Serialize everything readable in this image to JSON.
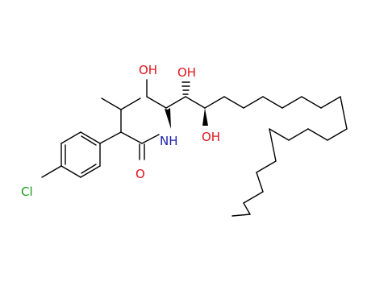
{
  "labels": {
    "chlorine": "Cl",
    "nitrogen_h": "NH",
    "carbonyl_o": "O",
    "oh_primary": "OH",
    "oh_c3": "OH",
    "oh_c4": "OH"
  },
  "colors": {
    "bond": "#000000",
    "chlorine": "#1a9e1a",
    "oxygen": "#e0141e",
    "nitrogen": "#2020b0",
    "background": "#ffffff"
  }
}
